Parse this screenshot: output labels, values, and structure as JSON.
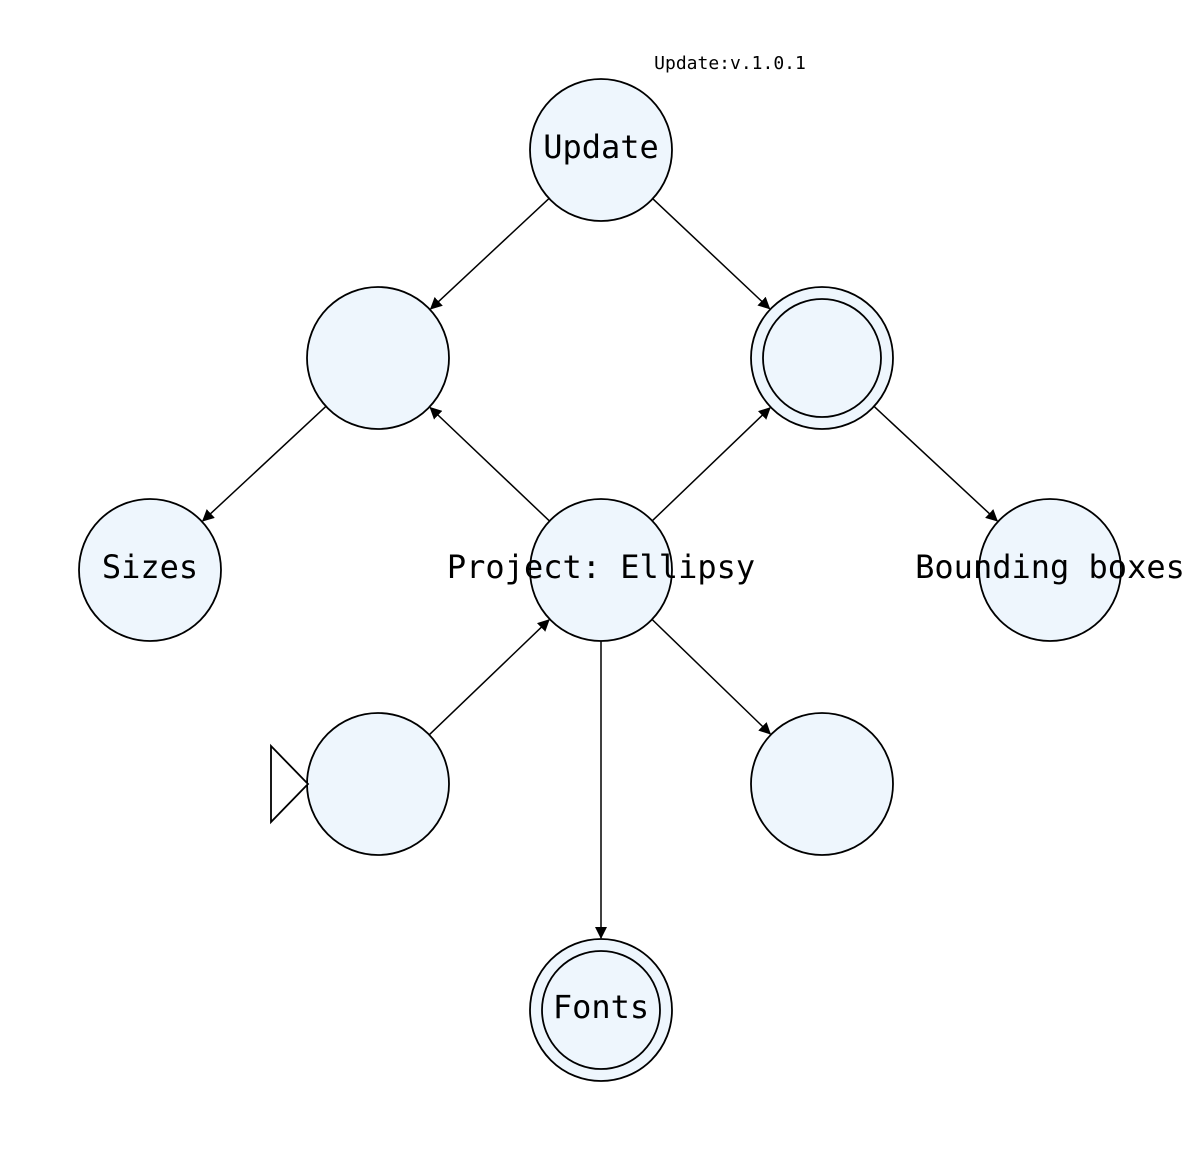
{
  "header": {
    "version_label": "Update:v.1.0.1"
  },
  "colors": {
    "node_fill": "#eef6fd",
    "stroke": "#000000"
  },
  "nodes": [
    {
      "id": "update",
      "label": "Update",
      "accepting": false,
      "initial": false
    },
    {
      "id": "mid-left",
      "label": "",
      "accepting": false,
      "initial": false
    },
    {
      "id": "mid-right",
      "label": "",
      "accepting": true,
      "initial": false
    },
    {
      "id": "sizes",
      "label": "Sizes",
      "accepting": false,
      "initial": false
    },
    {
      "id": "project",
      "label": "Project: Ellipsy",
      "accepting": false,
      "initial": false
    },
    {
      "id": "bounding",
      "label": "Bounding boxes",
      "accepting": false,
      "initial": false
    },
    {
      "id": "low-left",
      "label": "",
      "accepting": false,
      "initial": true
    },
    {
      "id": "low-right",
      "label": "",
      "accepting": false,
      "initial": false
    },
    {
      "id": "fonts",
      "label": "Fonts",
      "accepting": true,
      "initial": false
    }
  ],
  "edges": [
    {
      "from": "update",
      "to": "mid-left"
    },
    {
      "from": "update",
      "to": "mid-right"
    },
    {
      "from": "mid-left",
      "to": "sizes"
    },
    {
      "from": "project",
      "to": "mid-left"
    },
    {
      "from": "project",
      "to": "mid-right"
    },
    {
      "from": "mid-right",
      "to": "bounding"
    },
    {
      "from": "low-left",
      "to": "project"
    },
    {
      "from": "project",
      "to": "low-right"
    },
    {
      "from": "project",
      "to": "fonts"
    }
  ]
}
